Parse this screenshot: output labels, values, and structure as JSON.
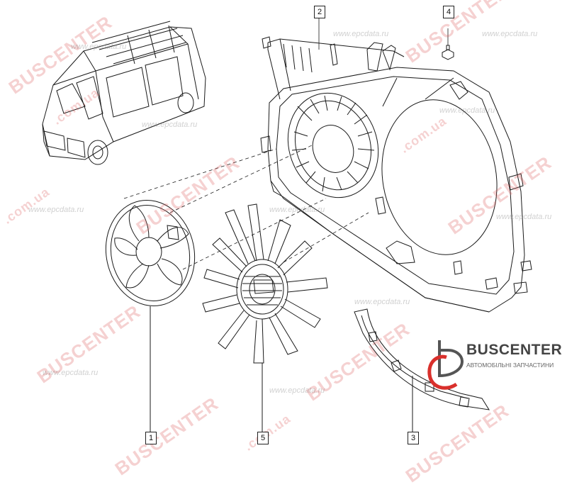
{
  "callouts": [
    {
      "id": "c1",
      "label": "1"
    },
    {
      "id": "c2",
      "label": "2"
    },
    {
      "id": "c3",
      "label": "3"
    },
    {
      "id": "c4",
      "label": "4"
    },
    {
      "id": "c5",
      "label": "5"
    }
  ],
  "watermarks": {
    "brand": "BUSCENTER",
    "domain": ".com.ua",
    "source": "www.epcdata.ru"
  },
  "logo": {
    "name": "BUSCENTER",
    "tagline": "АВТОМОБІЛЬНІ ЗАПЧАСТИНИ",
    "accent_color": "#d9302c"
  },
  "colors": {
    "line": "#1a1a1a",
    "watermark_red": "#dc5a5a",
    "callout_border": "#222222"
  }
}
